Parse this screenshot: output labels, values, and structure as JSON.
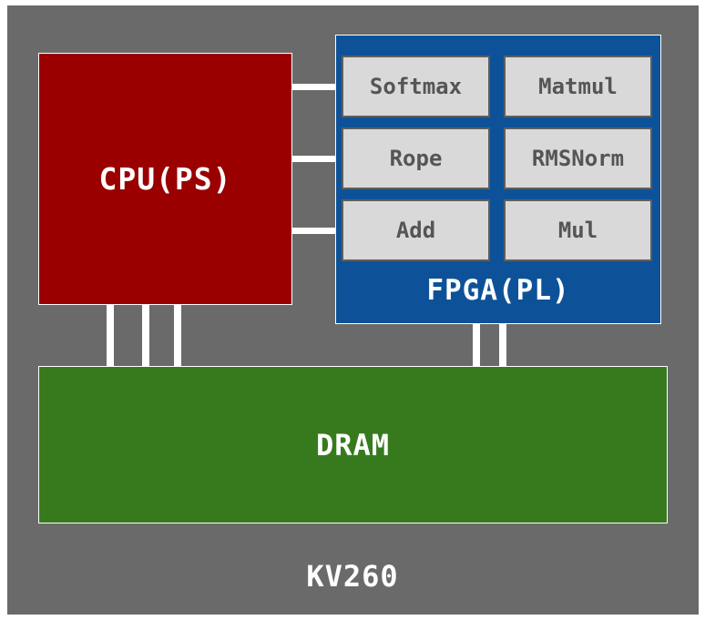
{
  "board": {
    "label": "KV260"
  },
  "cpu": {
    "label": "CPU(PS)"
  },
  "fpga": {
    "label": "FPGA(PL)",
    "ops": [
      "Softmax",
      "Matmul",
      "Rope",
      "RMSNorm",
      "Add",
      "Mul"
    ]
  },
  "dram": {
    "label": "DRAM"
  },
  "colors": {
    "board": "#6a6a6a",
    "cpu": "#9b0000",
    "fpga": "#0d5298",
    "dram": "#377a1e",
    "op_box": "#d9d9d9",
    "wire": "#ffffff"
  }
}
